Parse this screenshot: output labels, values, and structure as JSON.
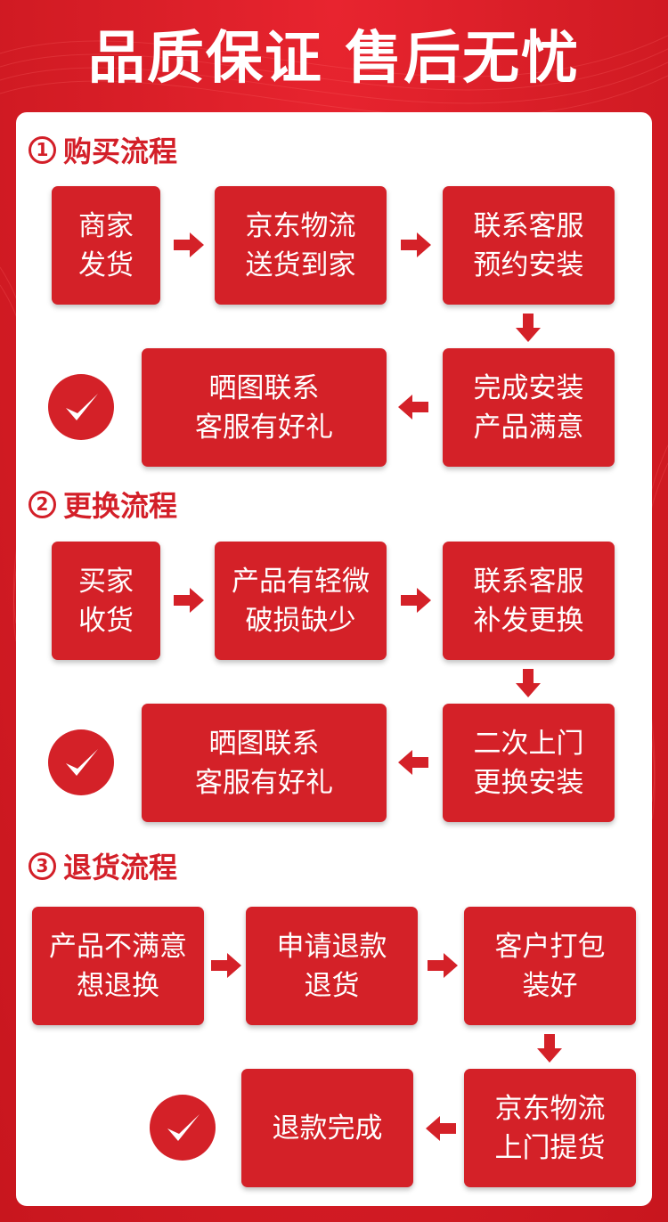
{
  "banner": {
    "title": "品质保证 售后无忧"
  },
  "sections": [
    {
      "number": "1",
      "title": "购买流程",
      "steps": [
        {
          "line1": "商家",
          "line2": "发货"
        },
        {
          "line1": "京东物流",
          "line2": "送货到家"
        },
        {
          "line1": "联系客服",
          "line2": "预约安装"
        },
        {
          "line1": "完成安装",
          "line2": "产品满意"
        },
        {
          "line1": "晒图联系",
          "line2": "客服有好礼"
        }
      ]
    },
    {
      "number": "2",
      "title": "更换流程",
      "steps": [
        {
          "line1": "买家",
          "line2": "收货"
        },
        {
          "line1": "产品有轻微",
          "line2": "破损缺少"
        },
        {
          "line1": "联系客服",
          "line2": "补发更换"
        },
        {
          "line1": "二次上门",
          "line2": "更换安装"
        },
        {
          "line1": "晒图联系",
          "line2": "客服有好礼"
        }
      ]
    },
    {
      "number": "3",
      "title": "退货流程",
      "steps": [
        {
          "line1": "产品不满意",
          "line2": "想退换"
        },
        {
          "line1": "申请退款",
          "line2": "退货"
        },
        {
          "line1": "客户打包",
          "line2": "装好"
        },
        {
          "line1": "京东物流",
          "line2": "上门提货"
        },
        {
          "line1": "退款完成",
          "line2": ""
        }
      ]
    }
  ],
  "colors": {
    "brand_red": "#d42128",
    "title_red": "#d31f28",
    "background": "#d81e27",
    "card": "#ffffff"
  },
  "icons": {
    "arrow": "arrow-icon",
    "check": "checkmark-icon"
  }
}
